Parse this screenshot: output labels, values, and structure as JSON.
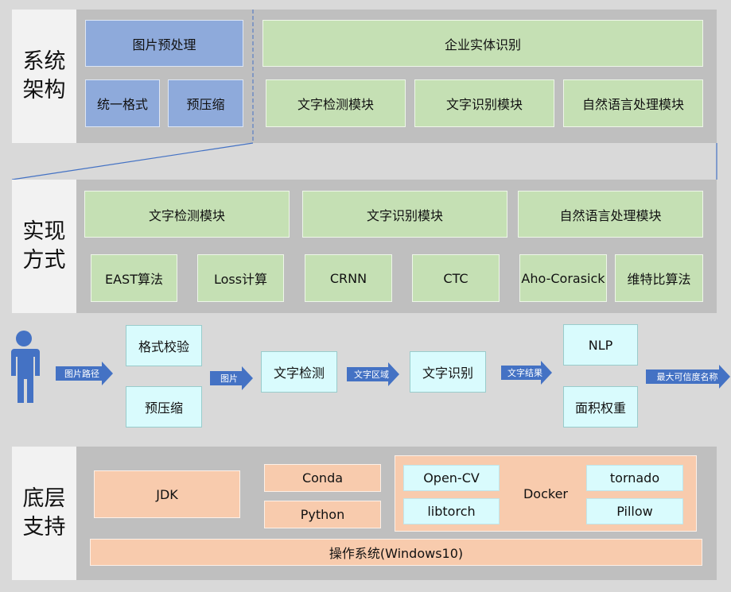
{
  "colors": {
    "arch_blue": "#8eaadb",
    "green": "#c5e0b4",
    "cyan": "#d9fbfd",
    "orange": "#f8cbad",
    "arrow": "#4472c4",
    "band": "#bfbfbf"
  },
  "architecture": {
    "label": "系统\n架构",
    "preprocess": {
      "title": "图片预处理",
      "items": [
        "统一格式",
        "预压缩"
      ]
    },
    "entity": {
      "title": "企业实体识别",
      "items": [
        "文字检测模块",
        "文字识别模块",
        "自然语言处理模块"
      ]
    }
  },
  "implementation": {
    "label": "实现\n方式",
    "modules": [
      "文字检测模块",
      "文字识别模块",
      "自然语言处理模块"
    ],
    "methods": [
      "EAST算法",
      "Loss计算",
      "CRNN",
      "CTC",
      "Aho-Corasick",
      "维特比算法"
    ]
  },
  "flow": {
    "user_icon": "person-icon",
    "arrows": [
      "图片路径",
      "图片",
      "文字区域",
      "文字结果",
      "最大可信度名称"
    ],
    "check": "格式校验",
    "precompress": "预压缩",
    "detect": "文字检测",
    "recognize": "文字识别",
    "nlp": "NLP",
    "area_weight": "面积权重"
  },
  "foundation": {
    "label": "底层\n支持",
    "jdk": "JDK",
    "conda": "Conda",
    "python": "Python",
    "docker": "Docker",
    "docker_items": [
      "Open-CV",
      "libtorch",
      "tornado",
      "Pillow"
    ],
    "os": "操作系统(Windows10)"
  }
}
